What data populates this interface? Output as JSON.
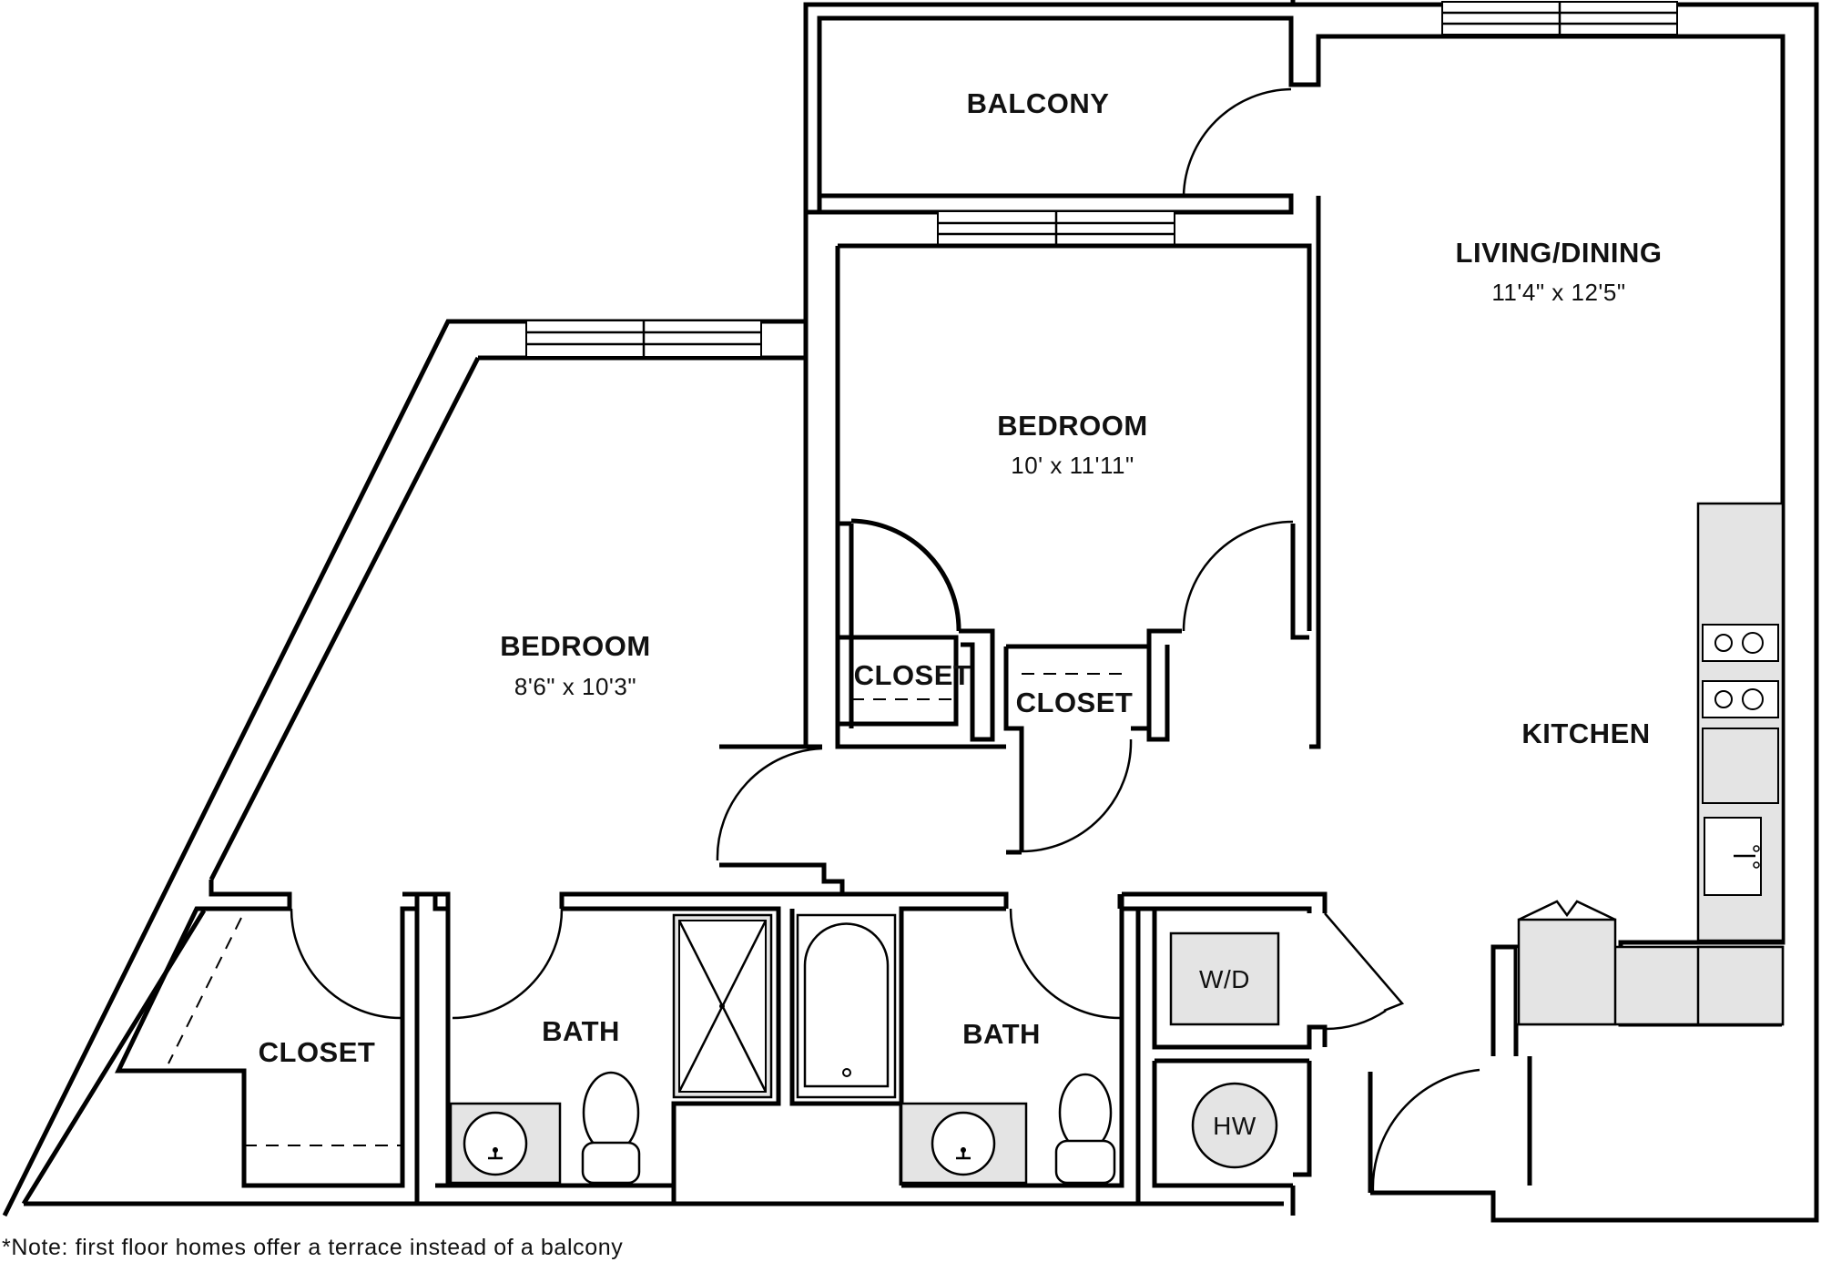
{
  "rooms": {
    "balcony": {
      "label": "BALCONY"
    },
    "living": {
      "label": "LIVING/DINING",
      "dims": "11'4\" x 12'5\""
    },
    "bedroom_center": {
      "label": "BEDROOM",
      "dims": "10' x 11'11\""
    },
    "bedroom_left": {
      "label": "BEDROOM",
      "dims": "8'6\" x 10'3\""
    },
    "kitchen": {
      "label": "KITCHEN"
    },
    "closet_a": {
      "label": "CLOSET"
    },
    "closet_b": {
      "label": "CLOSET"
    },
    "closet_c": {
      "label": "CLOSET"
    },
    "bath_left": {
      "label": "BATH"
    },
    "bath_right": {
      "label": "BATH"
    },
    "washer_dryer": {
      "label": "W/D"
    },
    "water_heater": {
      "label": "HW"
    }
  },
  "note": "*Note: first floor homes offer a terrace instead of a balcony",
  "colors": {
    "wall": "#000000",
    "fixture": "#e4e4e4",
    "background": "#ffffff"
  }
}
